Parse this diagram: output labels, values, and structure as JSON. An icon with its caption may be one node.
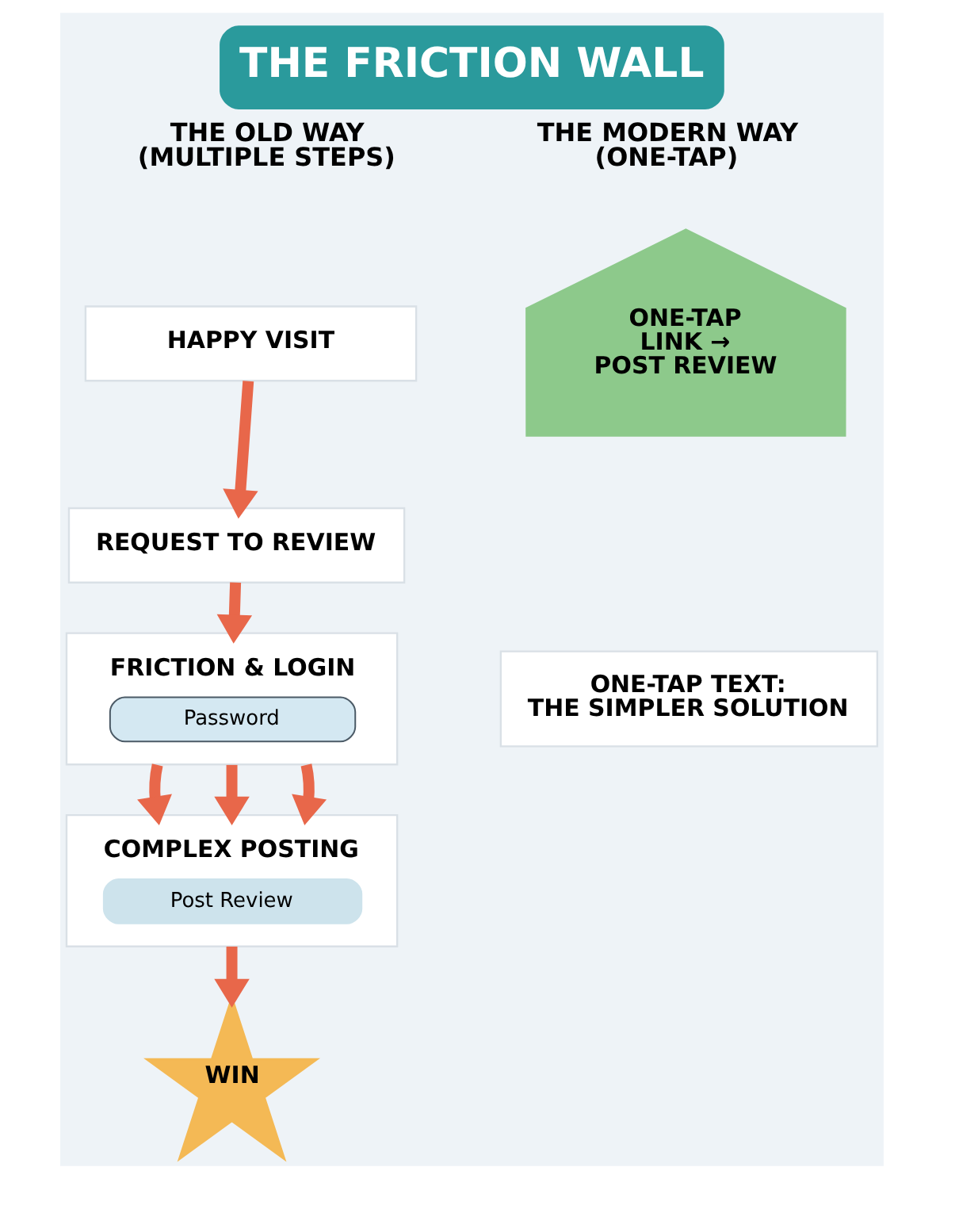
{
  "diagram": {
    "title": "THE FRICTION WALL",
    "nodes": [
      {
        "text": [
          "HAPPY VISIT"
        ]
      },
      {
        "text": [
          "REQUEST TO REVIEW"
        ]
      },
      {
        "text": [
          "FRICTION & LOGIN",
          "Password"
        ]
      },
      {
        "text": [
          "COMPLEX POSTING",
          "Post Review"
        ]
      },
      {
        "text": [
          "WIN"
        ]
      },
      {
        "text": [
          "ONE-TAP LINK → POST REVIEW"
        ]
      },
      {
        "text": [
          "ONE-TAP TEXT: THE SIMPLER SOLUTION"
        ]
      }
    ],
    "edges": [
      {
        "from": 0,
        "to": 1,
        "arrow": "to"
      },
      {
        "from": 1,
        "to": 2,
        "arrow": "to"
      },
      {
        "from": 2,
        "to": 3,
        "arrow": "to"
      },
      {
        "from": 2,
        "to": 3,
        "arrow": "to"
      },
      {
        "from": 2,
        "to": 3,
        "arrow": "to"
      },
      {
        "from": 3,
        "to": 4,
        "arrow": "to"
      }
    ],
    "labels": [
      "THE OLD WAY (MULTIPLE STEPS)",
      "THE MODERN WAY (ONE-TAP)"
    ]
  }
}
